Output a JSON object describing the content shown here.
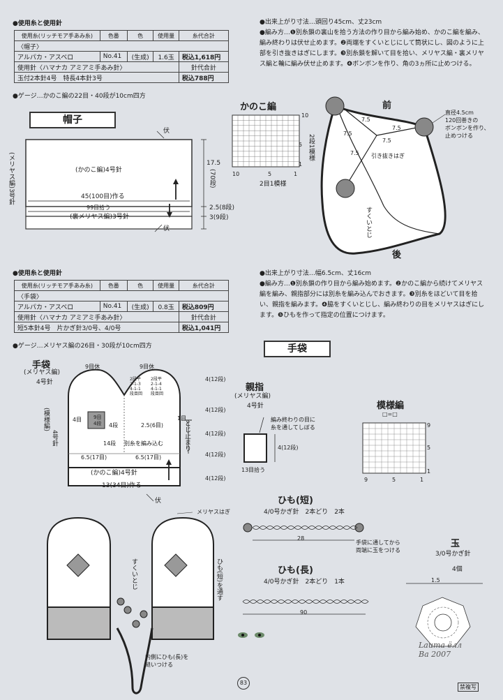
{
  "hat_materials": {
    "heading": "●使用糸と使用針",
    "table_headers": [
      "使用糸(リッチモア手あみ糸)",
      "色番",
      "色",
      "使用量",
      "糸代合計"
    ],
    "category": "〈帽子〉",
    "yarn_name": "アルパカ・アスベロ",
    "color_no": "No.41",
    "color": "(生成)",
    "amount": "1.6玉",
    "price": "税込1,618円",
    "needle_label": "使用針〈ハマナカ アミアミ手あみ針〉",
    "needle_total_label": "針代合計",
    "needle_spec": "玉付2本針4号　特長4本針3号",
    "needle_price": "税込788円"
  },
  "hat_gauge": "●ゲージ…かのこ編の22目・40段が10cm四方",
  "hat_section_title": "帽子",
  "hat_diagram": {
    "fu_top": "伏",
    "fu_bottom": "伏",
    "kanoko": "(かのこ編)4号針",
    "width_label": "45(100目)作る",
    "pickup_label": "99目拾う",
    "ura_label": "(裏メリヤス編)3号針",
    "left_label": "(メリヤス編)3号針",
    "h1": "17.5",
    "h1_rows": "(70段)",
    "h2": "2.5(8段)",
    "h3": "3(9段)"
  },
  "kanoko_chart": {
    "title": "かのこ編",
    "row_ten": "10",
    "row_five": "5",
    "row_one": "1",
    "col_ten": "10",
    "col_five": "5",
    "col_one": "1",
    "repeat_rows": "2段1模様",
    "repeat_sts": "2目1模様"
  },
  "hat_finish": {
    "size": "●出来上がり寸法…頭回り45cm、丈23cm",
    "method": "●編み方…❶別糸鎖の裏山を拾う方法の作り目から編み始め、かのこ編を編み、編み終わりは伏せ止めます。❷両端をすくいとじにして筒状にし、図のように上部を引き抜きはぎにします。❸別糸鎖を解いて目を拾い、メリヤス編・裏メリヤス編と輪に編み伏せ止めます。❹ボンボンを作り、角の3ヵ所に止めつける。"
  },
  "hat_3d": {
    "front": "前",
    "back": "後",
    "d1": "7.5",
    "d2": "7.5",
    "d3": "7.5",
    "d4": "7.5",
    "d5": "7.5",
    "hikinuki": "引き抜きはぎ",
    "sukui": "すくいとじ",
    "pompom_note": "直径4.5cm\n120回巻きの\nボンボンを作り、\n止めつける"
  },
  "mitten_materials": {
    "heading": "●使用糸と使用針",
    "table_headers": [
      "使用糸(リッチモア手あみ糸)",
      "色番",
      "色",
      "使用量",
      "糸代合計"
    ],
    "category": "〈手袋〉",
    "yarn_name": "アルパカ・アスベロ",
    "color_no": "No.41",
    "color": "(生成)",
    "amount": "0.8玉",
    "price": "税込809円",
    "needle_label": "使用針〈ハマナカ アミアミ手あみ針〉",
    "needle_total_label": "針代合計",
    "needle_spec": "短5本針4号　片かぎ針3/0号、4/0号",
    "needle_price": "税込1,041円"
  },
  "mitten_gauge": "●ゲージ…メリヤス編の26目・30段が10cm四方",
  "mitten_finish": {
    "size": "●出来上がり寸法…幅6.5cm、丈16cm",
    "method": "●編み方…❶別糸鎖の作り目から編み始めます。❷かのこ編から続けてメリヤス編を編み、親指部分には別糸を編み込んでおきます。❸別糸をほどいて目を拾い、親指を編みます。❹脇をすくいとじし、編み終わりの目をメリヤスはぎにします。❺ひもを作って指定の位置につけます。"
  },
  "mitten_section_title": "手袋",
  "mitten_diagram": {
    "title": "手袋",
    "sub": "(メリヤス編)",
    "needle": "4号針",
    "left_label": "(模様編)",
    "left_needle": "4号針",
    "rest_left": "9目休",
    "rest_right": "9目休",
    "dec_left": "2段平\n2-1-3\n4-1-1\n段目回",
    "dec_right": "2段平\n2-1-4\n4-1-1\n段目回",
    "thumb_box": "9目\n4段",
    "four_sts": "4目",
    "four_rows": "4段",
    "fourteen": "14段",
    "w1": "2.5(6目)",
    "bessi": "別糸を編み込む",
    "ichime": "1目",
    "tojidome": "とじ止まり",
    "half_l": "6.5(17目)",
    "half_r": "6.5(17目)",
    "kanoko": "(かのこ編)4号針",
    "width": "13(34目)作る",
    "fu": "伏",
    "h1": "4(12段)",
    "h2": "4(12段)",
    "h3": "4(12段)",
    "h4": "4(12段)",
    "h5": "4(12段)"
  },
  "thumb": {
    "title": "親指",
    "sub": "(メリヤス編)",
    "needle": "4号針",
    "note": "編み終わりの目に\n糸を通してしぼる",
    "h": "4(12段)",
    "pick": "13目拾う"
  },
  "pattern_chart": {
    "title": "模様編",
    "legend": "□=□",
    "row_nine": "9",
    "row_five": "5",
    "row_one": "1",
    "col_nine": "9",
    "col_five": "5",
    "col_one": "1"
  },
  "cord_short": {
    "title": "ひも(短)",
    "spec": "4/0号かぎ針　2本どり　2本",
    "length": "28",
    "note": "手袋に通してから\n両端に玉をつける"
  },
  "cord_long": {
    "title": "ひも(長)",
    "spec": "4/0号かぎ針　2本どり　1本",
    "length": "90"
  },
  "ball": {
    "title": "玉",
    "hook": "3/0号かぎ針",
    "count": "4個",
    "dia": "1.5"
  },
  "finished_mittens": {
    "meriyasu_hagi": "メリヤスはぎ",
    "sukui": "すくいとじ",
    "cord_note": "ひも(短)を通す",
    "sew_note": "内側にひも(長)を\n縫いつける"
  },
  "page_number": "83",
  "signature": "Lauma ёлл\nВа 2007",
  "copy_notice": "禁複写"
}
